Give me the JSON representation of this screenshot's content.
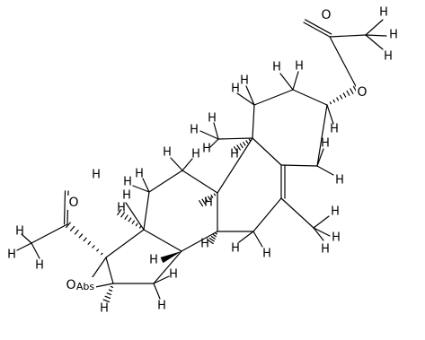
{
  "molecule": {
    "type": "skeletal-structure-diagram",
    "atom_labels": {
      "H": "H",
      "O": "O",
      "Abs": "Abs"
    }
  },
  "colors": {
    "background": "#ffffff",
    "bond": "#000000",
    "text": "#000000"
  }
}
